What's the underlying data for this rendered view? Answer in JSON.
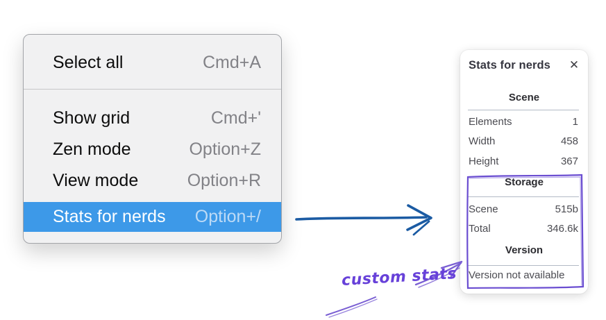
{
  "context_menu": {
    "items": [
      {
        "label": "Select all",
        "shortcut": "Cmd+A"
      },
      {
        "label": "Show grid",
        "shortcut": "Cmd+'"
      },
      {
        "label": "Zen mode",
        "shortcut": "Option+Z"
      },
      {
        "label": "View mode",
        "shortcut": "Option+R"
      },
      {
        "label": "Stats for nerds",
        "shortcut": "Option+/"
      }
    ],
    "highlighted_item": "Stats for nerds"
  },
  "stats_panel": {
    "title": "Stats for nerds",
    "close_icon": "✕",
    "sections": [
      {
        "header": "Scene",
        "rows": [
          {
            "label": "Elements",
            "value": "1"
          },
          {
            "label": "Width",
            "value": "458"
          },
          {
            "label": "Height",
            "value": "367"
          }
        ]
      },
      {
        "header": "Storage",
        "rows": [
          {
            "label": "Scene",
            "value": "515b"
          },
          {
            "label": "Total",
            "value": "346.6k"
          }
        ]
      },
      {
        "header": "Version",
        "note": "Version not available"
      }
    ]
  },
  "annotation": {
    "label": "custom stats"
  },
  "colors": {
    "menu_highlight": "#3d99e8",
    "arrow_blue": "#1b5ba3",
    "annotation_purple": "#6741d9",
    "sketch_purple": "#7a5fd3",
    "panel_divider": "#b2bac5"
  }
}
